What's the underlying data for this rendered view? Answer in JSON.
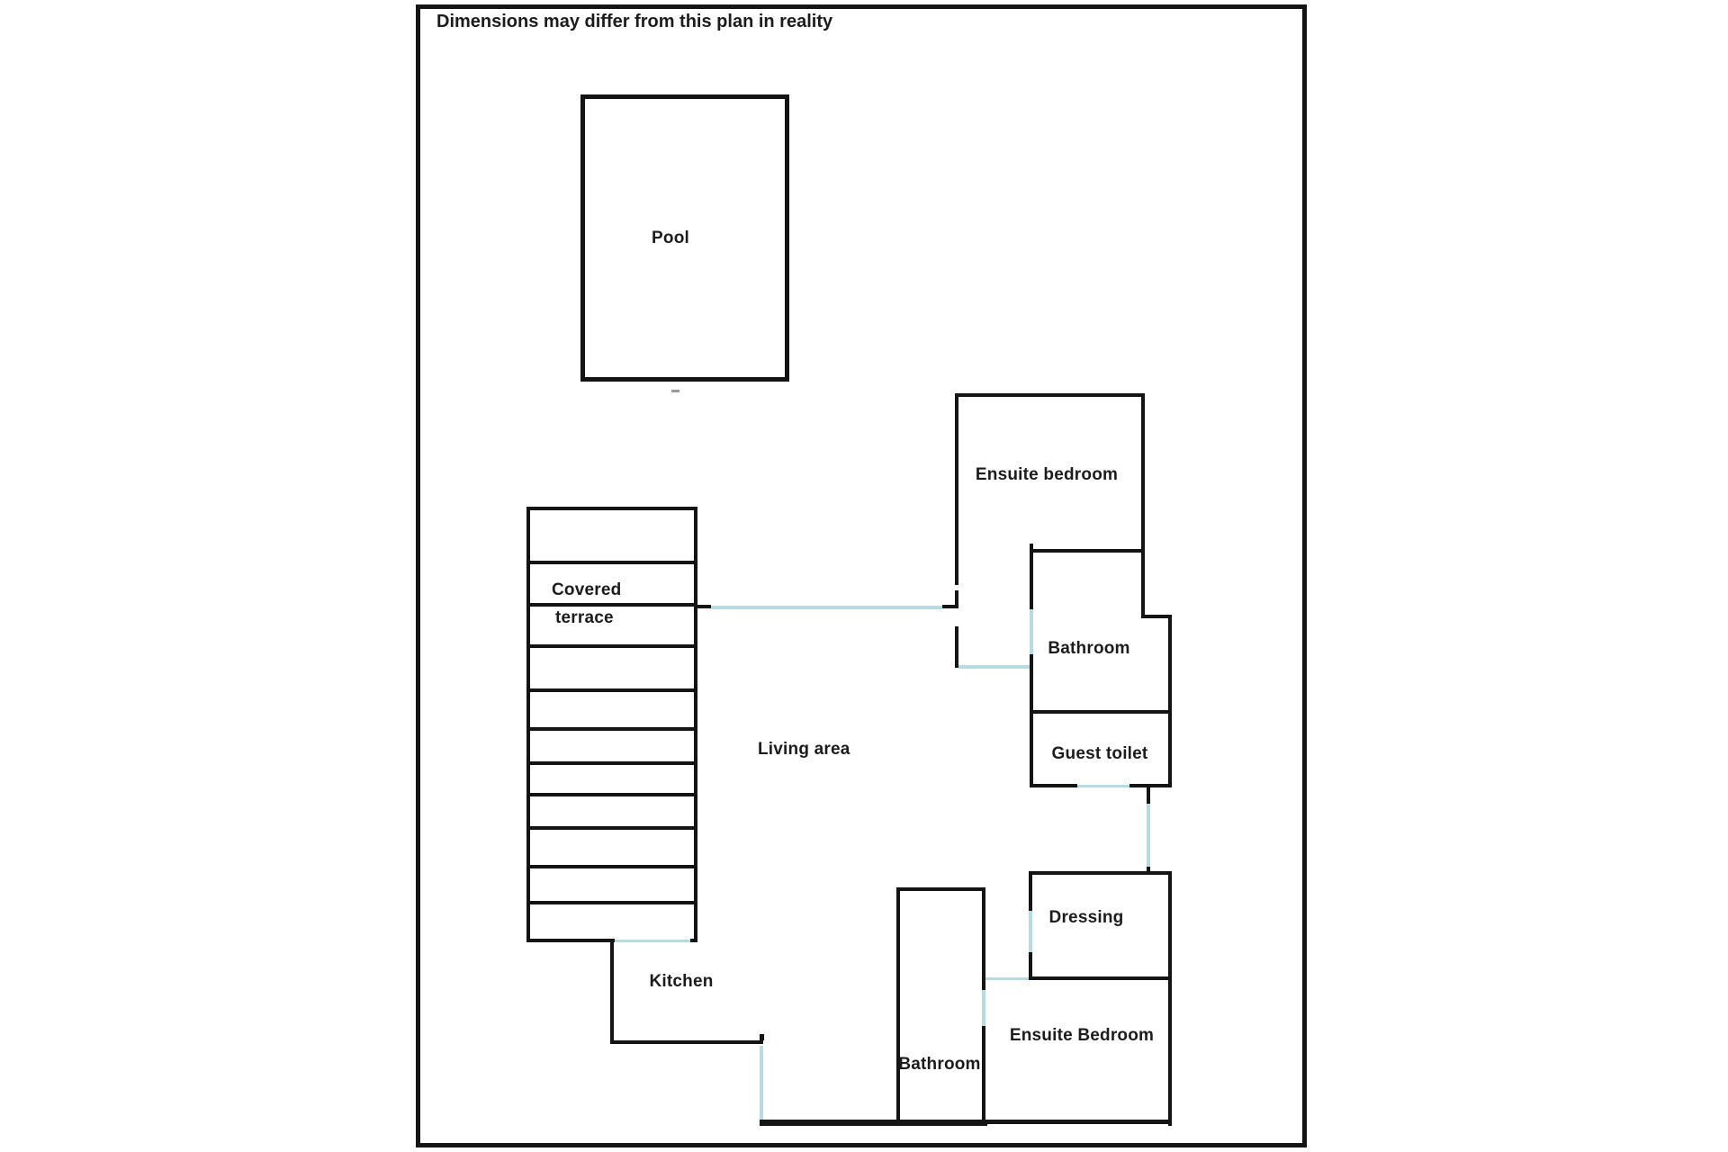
{
  "disclaimer": "Dimensions may differ from this plan in reality",
  "colors": {
    "wall": "#141414",
    "door": "#b6dbe3",
    "text": "#1c1c1c",
    "background": "#ffffff"
  },
  "rooms": {
    "pool": "Pool",
    "covered_terrace_line1": "Covered",
    "covered_terrace_line2": "terrace",
    "living_area": "Living area",
    "ensuite_bedroom_top": "Ensuite bedroom",
    "bathroom_top": "Bathroom",
    "guest_toilet": "Guest toilet",
    "dressing": "Dressing",
    "ensuite_bedroom_bottom": "Ensuite Bedroom",
    "bathroom_bottom": "Bathroom",
    "kitchen": "Kitchen"
  }
}
